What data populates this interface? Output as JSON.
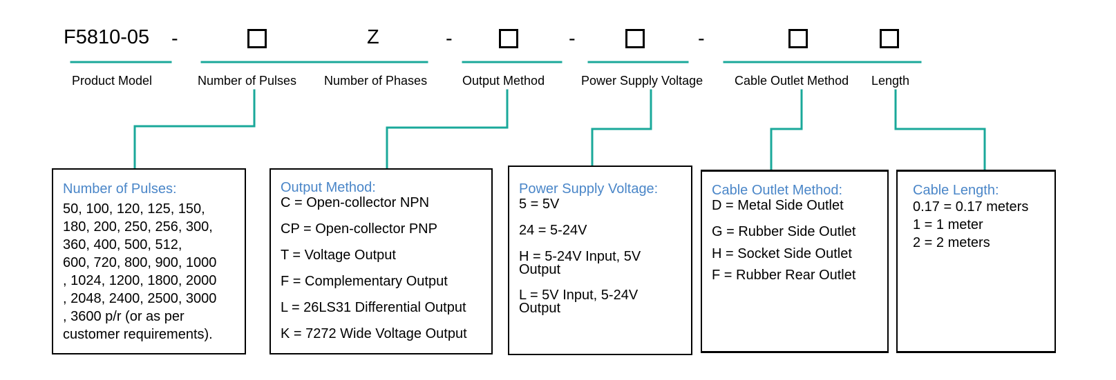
{
  "code_row": {
    "model": "F5810-05",
    "sep1": "-",
    "phase_letter": "Z",
    "sep2": "-",
    "sep3": "-",
    "sep4": "-"
  },
  "segment_labels": {
    "product_model": "Product Model",
    "pulses": "Number of Pulses",
    "phases": "Number of Phases",
    "output": "Output Method",
    "voltage": "Power Supply Voltage",
    "cable_outlet": "Cable Outlet Method",
    "length": "Length"
  },
  "boxes": {
    "pulses": {
      "title": "Number of Pulses:",
      "lines": [
        "50, 100, 120, 125, 150,",
        "180, 200, 250, 256, 300,",
        "360, 400, 500, 512,",
        "600, 720, 800, 900, 1000",
        ", 1024, 1200, 1800, 2000",
        ", 2048, 2400, 2500, 3000",
        ", 3600 p/r (or as per",
        "customer requirements)."
      ]
    },
    "output": {
      "title": "Output Method:",
      "items": [
        "C = Open-collector NPN",
        "CP = Open-collector PNP",
        "T = Voltage Output",
        "F = Complementary Output",
        "L = 26LS31 Differential Output",
        "K = 7272 Wide Voltage Output"
      ]
    },
    "voltage": {
      "title": "Power Supply Voltage:",
      "items": [
        [
          "5 = 5V"
        ],
        [
          "24 = 5-24V"
        ],
        [
          "H = 5-24V Input, 5V",
          "Output"
        ],
        [
          "L = 5V Input, 5-24V",
          "Output"
        ]
      ]
    },
    "cable_outlet": {
      "title": "Cable Outlet Method:",
      "items": [
        "D = Metal Side Outlet",
        "G = Rubber Side Outlet",
        "H = Socket Side Outlet",
        "F = Rubber Rear Outlet"
      ]
    },
    "length": {
      "title": "Cable Length:",
      "items": [
        "0.17 = 0.17 meters",
        "1 = 1 meter",
        "2 = 2 meters"
      ]
    }
  },
  "colors": {
    "connector": "#1aa89a",
    "title_blue": "#4a86c8"
  }
}
